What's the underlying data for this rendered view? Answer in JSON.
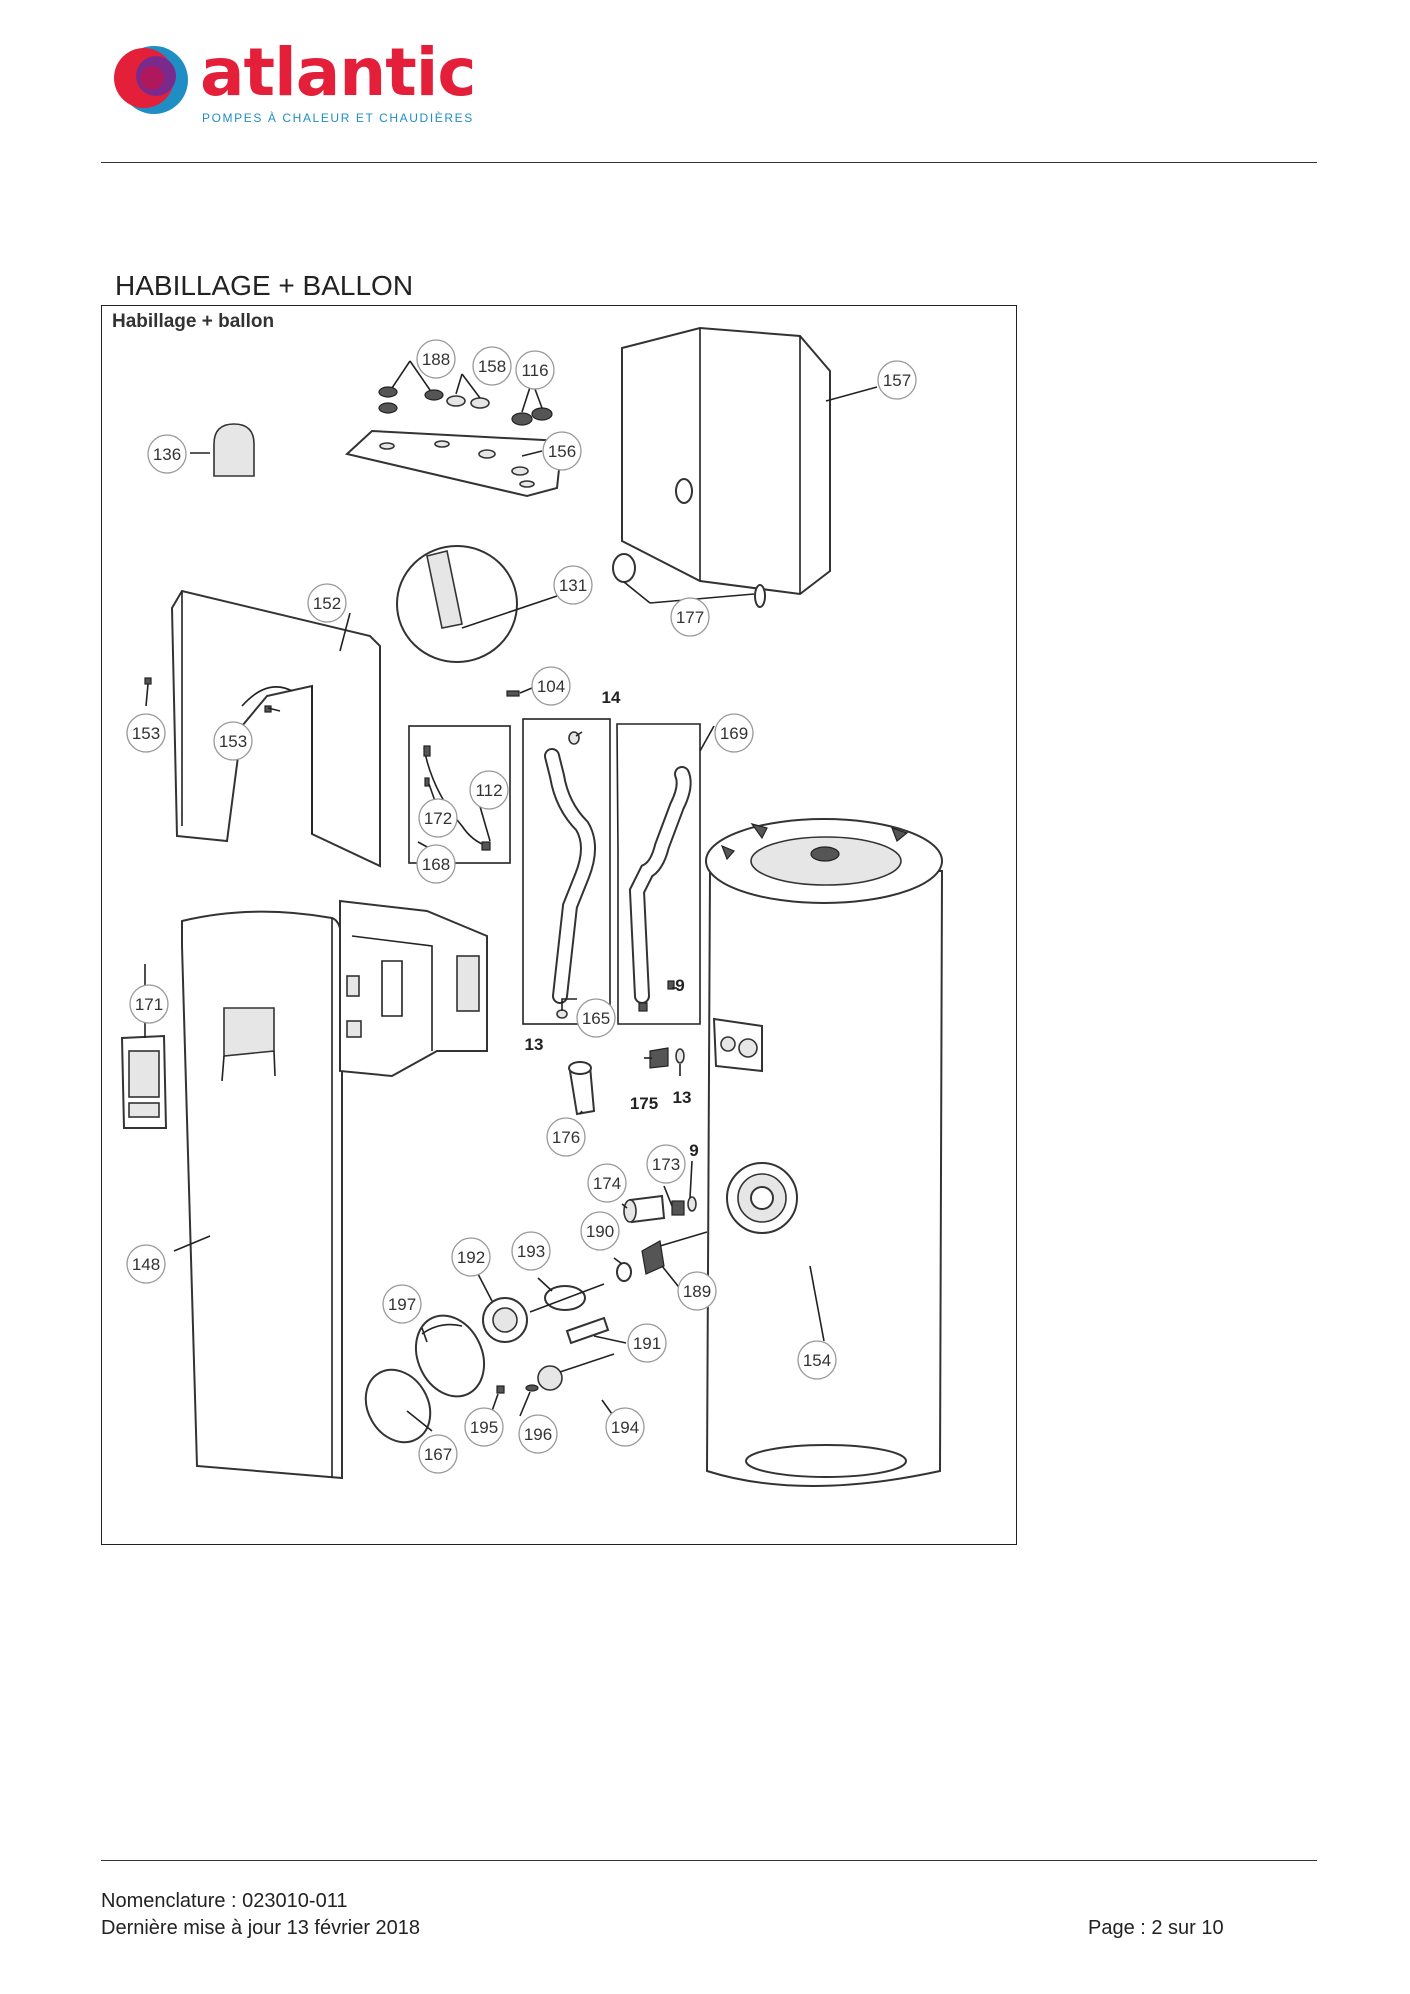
{
  "brand": {
    "name": "atlantic",
    "tagline": "POMPES À CHALEUR ET CHAUDIÈRES",
    "colors": {
      "red": "#e31f3a",
      "blue": "#1f8ec5",
      "purple": "#7a2a8c"
    }
  },
  "section": {
    "title": "HABILLAGE + BALLON",
    "diagram_caption": "Habillage + ballon"
  },
  "callouts": {
    "c188": "188",
    "c158": "158",
    "c116": "116",
    "c157": "157",
    "c136": "136",
    "c156": "156",
    "c131": "131",
    "c152": "152",
    "c177": "177",
    "c104": "104",
    "c14": "14",
    "c169": "169",
    "c153a": "153",
    "c153b": "153",
    "c112": "112",
    "c172": "172",
    "c168": "168",
    "c171": "171",
    "c9a": "9",
    "c165": "165",
    "c13a": "13",
    "c175": "175",
    "c13b": "13",
    "c176": "176",
    "c9b": "9",
    "c173": "173",
    "c174": "174",
    "c190": "190",
    "c148": "148",
    "c192": "192",
    "c193": "193",
    "c189": "189",
    "c197": "197",
    "c191": "191",
    "c154": "154",
    "c195": "195",
    "c196": "196",
    "c194": "194",
    "c167": "167"
  },
  "footer": {
    "nomenclature": "Nomenclature : 023010-011",
    "updated": "Dernière mise à jour 13 février 2018",
    "page": "Page : 2 sur 10"
  }
}
